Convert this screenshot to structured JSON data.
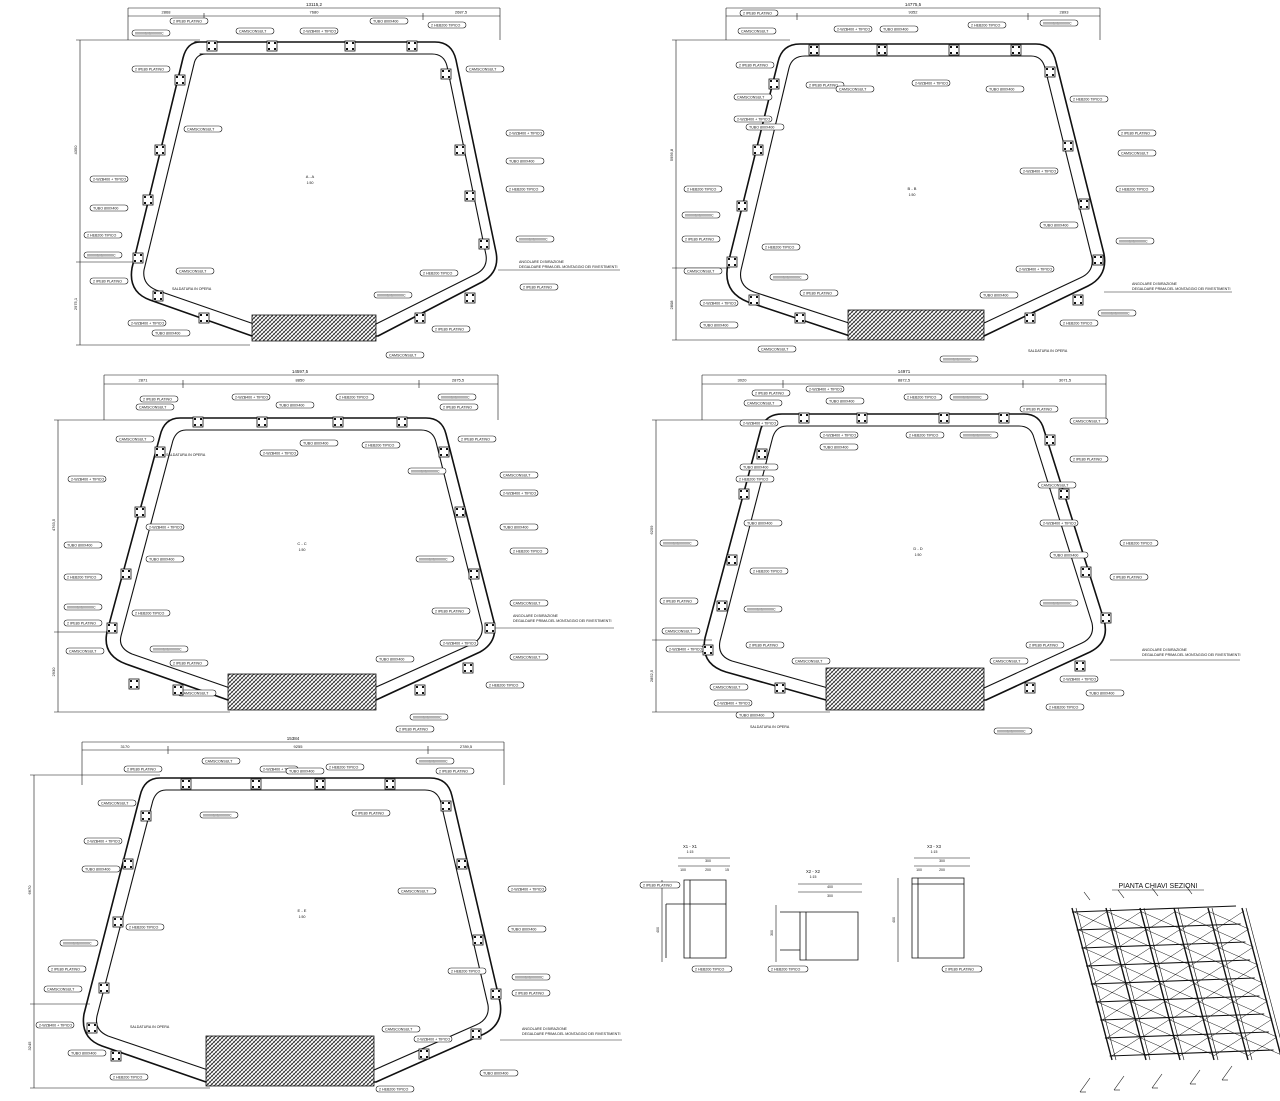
{
  "sheet": {
    "key_plan_title": "PIANTA CHIAVI SEZIONI",
    "colors": {
      "line": "#111111",
      "background": "#ffffff",
      "hatch": "#222222"
    }
  },
  "plans": [
    {
      "id": "A",
      "section_label": "A - A",
      "scale": "1:50",
      "dims_top": [
        "2868",
        "7680",
        "2687,5"
      ],
      "dim_total": "13115,2",
      "dim_left": [
        "4350",
        "2975,1"
      ],
      "welding_note_1": "SALDATURA IN OPERA",
      "welding_note_2": "TIPICO",
      "angle_note": "ANGOLARE DI BIRAZIONE",
      "angle_note_2": "DEGALDARE PRIMA DEL MONTAGGIO DEI RIVESTIMENTI",
      "angle_note_3": "TIPICO"
    },
    {
      "id": "B",
      "section_label": "B - B",
      "scale": "1:50",
      "dims_top": [
        "2800",
        "9352",
        "2893"
      ],
      "dim_total": "14775,5",
      "dim_left": [
        "5956,8",
        "2808"
      ],
      "welding_note_1": "SALDATURA IN OPERA",
      "welding_note_2": "TIPICO",
      "angle_note": "ANGOLARE DI BIRAZIONE",
      "angle_note_2": "DEGALDARE PRIMA DEL MONTAGGIO DEI RIVESTIMENTI",
      "angle_note_3": "TIPICO"
    },
    {
      "id": "C",
      "section_label": "C - C",
      "scale": "1:50",
      "dims_top": [
        "2871",
        "8850",
        "2875,5"
      ],
      "dim_total": "14597,5",
      "dim_left": [
        "4763,5",
        "2930"
      ],
      "welding_note_1": "SALDATURA IN OPERA",
      "welding_note_2": "TIPICO",
      "angle_note": "ANGOLARE DI BIRAZIONE",
      "angle_note_2": "DEGALDARE PRIMA DEL MONTAGGIO DEI RIVESTIMENTI",
      "angle_note_3": "TIPICO"
    },
    {
      "id": "D",
      "section_label": "D - D",
      "scale": "1:50",
      "dims_top": [
        "3020",
        "8872,5",
        "3071,5"
      ],
      "dim_total": "14971",
      "dim_left": [
        "6259",
        "2852,5"
      ],
      "welding_note_1": "SALDATURA IN OPERA",
      "welding_note_2": "TIPICO",
      "angle_note": "ANGOLARE DI BIRAZIONE",
      "angle_note_2": "DEGALDARE PRIMA DEL MONTAGGIO DEI RIVESTIMENTI",
      "angle_note_3": "TIPICO"
    },
    {
      "id": "E",
      "section_label": "E - E",
      "scale": "1:50",
      "dims_top": [
        "3170",
        "9255",
        "2789,5"
      ],
      "dim_total": "15384",
      "dim_left": [
        "6670",
        "3245"
      ],
      "welding_note_1": "SALDATURA IN OPERA",
      "welding_note_2": "TIPICO",
      "angle_note": "ANGOLARE DI BIRAZIONE",
      "angle_note_2": "DEGALDARE PRIMA DEL MONTAGGIO DEI RIVESTIMENTI",
      "angle_note_3": "TIPICO"
    }
  ],
  "tags": [
    "2 IPE80 PLATINO",
    "CAMSCONSULT",
    "2-WZB400 + TIPICO",
    "TUBO 800X400",
    "2 HEB200 TIPICO",
    "0000060600000C"
  ],
  "sections": [
    {
      "id": "X1",
      "label": "X1 - X1",
      "scale": "1:15",
      "dims": [
        "300",
        "100",
        "200",
        "15"
      ],
      "dim_side": "400",
      "note": "2 IPE80 PLATINO",
      "note_2": "2 HEB200 TIPICO"
    },
    {
      "id": "X2",
      "label": "X2 - X2",
      "scale": "1:15",
      "dims": [
        "400",
        "300"
      ],
      "dim_side": "300",
      "note": "2 HEB200 TIPICO"
    },
    {
      "id": "X3",
      "label": "X3 - X3",
      "scale": "1:15",
      "dims": [
        "300",
        "100",
        "200"
      ],
      "dim_side": "400",
      "note": "2 IPE80 PLATINO"
    }
  ]
}
